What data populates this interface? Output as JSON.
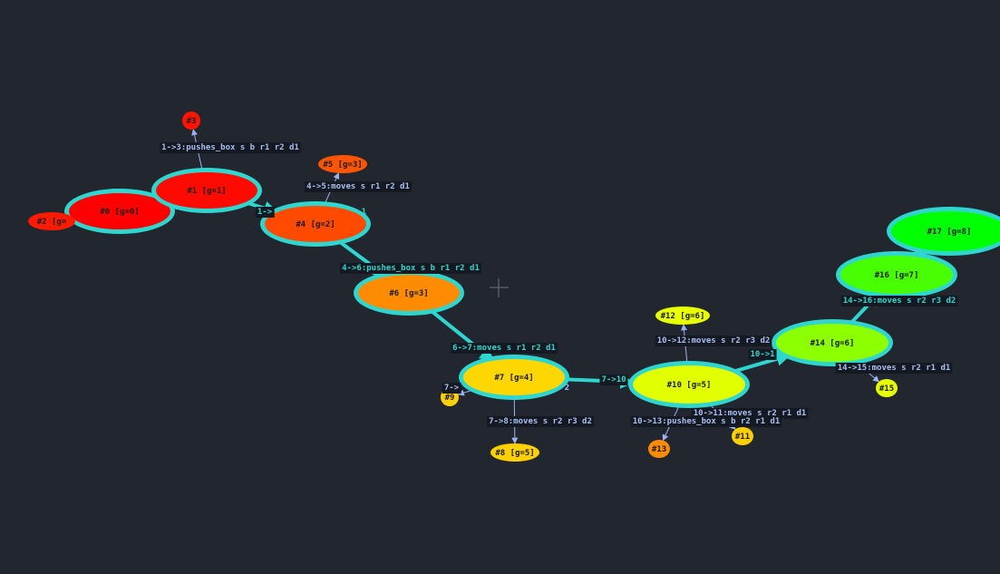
{
  "colors": {
    "background": "#21262f",
    "highlight_ring": "#2fd6cf",
    "thin_edge": "#9bb3f0",
    "edge_label_bg": "#151a22",
    "edge_label_text": "#a9bdf2",
    "highlight_label_text": "#2fd6cf"
  },
  "graph": {
    "nodes": [
      {
        "id": "n0",
        "label": "#0 [g=0]",
        "fill": "#ff0000",
        "highlight": true
      },
      {
        "id": "n1",
        "label": "#1 [g=1]",
        "fill": "#ff0a00",
        "highlight": true
      },
      {
        "id": "n2",
        "label": "#2 [g=",
        "fill": "#ff1a00",
        "highlight": false
      },
      {
        "id": "n3",
        "label": "#3",
        "fill": "#ff1400",
        "highlight": false
      },
      {
        "id": "n4",
        "label": "#4 [g=2]",
        "fill": "#ff4a00",
        "highlight": true
      },
      {
        "id": "n5",
        "label": "#5 [g=3]",
        "fill": "#ff5500",
        "highlight": false
      },
      {
        "id": "n6",
        "label": "#6 [g=3]",
        "fill": "#ff8c00",
        "highlight": true
      },
      {
        "id": "n7",
        "label": "#7 [g=4]",
        "fill": "#ffd700",
        "highlight": true
      },
      {
        "id": "n8",
        "label": "#8 [g=5]",
        "fill": "#ffd000",
        "highlight": false
      },
      {
        "id": "n9",
        "label": "#9",
        "fill": "#ffd000",
        "highlight": false
      },
      {
        "id": "n10",
        "label": "#10 [g=5]",
        "fill": "#e2ff00",
        "highlight": true
      },
      {
        "id": "n11",
        "label": "#11",
        "fill": "#ffd000",
        "highlight": false
      },
      {
        "id": "n12",
        "label": "#12 [g=6]",
        "fill": "#e8ff00",
        "highlight": false
      },
      {
        "id": "n13",
        "label": "#13",
        "fill": "#ff8c00",
        "highlight": false
      },
      {
        "id": "n14",
        "label": "#14 [g=6]",
        "fill": "#8cff00",
        "highlight": true
      },
      {
        "id": "n15",
        "label": "#15",
        "fill": "#e8ff00",
        "highlight": false
      },
      {
        "id": "n16",
        "label": "#16 [g=7]",
        "fill": "#48ff00",
        "highlight": true
      },
      {
        "id": "n17",
        "label": "#17 [g=8]",
        "fill": "#00ff00",
        "highlight": true
      }
    ],
    "edges": [
      {
        "id": "e0_1",
        "from": "n0",
        "to": "n1",
        "label": "",
        "highlight": true
      },
      {
        "id": "e1_3",
        "from": "n1",
        "to": "n3",
        "label": "1->3:pushes_box s b r1 r2 d1",
        "highlight": false
      },
      {
        "id": "e1_4",
        "from": "n1",
        "to": "n4",
        "label": "1->",
        "label_tail": "1",
        "highlight": true
      },
      {
        "id": "e4_5",
        "from": "n4",
        "to": "n5",
        "label": "4->5:moves s r1 r2 d1",
        "highlight": false
      },
      {
        "id": "e4_6",
        "from": "n4",
        "to": "n6",
        "label": "4->6:pushes_box s b r1 r2 d1",
        "highlight": true
      },
      {
        "id": "e6_7",
        "from": "n6",
        "to": "n7",
        "label": "6->7:moves s r1 r2 d1",
        "highlight": true
      },
      {
        "id": "e7_8",
        "from": "n7",
        "to": "n8",
        "label": "7->8:moves s r2 r3 d2",
        "highlight": false
      },
      {
        "id": "e7_9",
        "from": "n7",
        "to": "n9",
        "label": "7->",
        "label_tail": "2",
        "highlight": false
      },
      {
        "id": "e7_10",
        "from": "n7",
        "to": "n10",
        "label": "7->10",
        "highlight": true
      },
      {
        "id": "e10_11",
        "from": "n10",
        "to": "n11",
        "label": "10->11:moves s r2 r1 d1",
        "highlight": false
      },
      {
        "id": "e10_12",
        "from": "n10",
        "to": "n12",
        "label": "10->12:moves s r2 r3 d2",
        "highlight": false
      },
      {
        "id": "e10_13",
        "from": "n10",
        "to": "n13",
        "label": "10->13:pushes_box s b r2 r1 d1",
        "highlight": false
      },
      {
        "id": "e10_14",
        "from": "n10",
        "to": "n14",
        "label": "10->1",
        "highlight": true
      },
      {
        "id": "e14_15",
        "from": "n14",
        "to": "n15",
        "label": "14->15:moves s r2 r1 d1",
        "highlight": false
      },
      {
        "id": "e14_16",
        "from": "n14",
        "to": "n16",
        "label": "14->16:moves s r2 r3 d2",
        "highlight": true
      },
      {
        "id": "e16_17",
        "from": "n16",
        "to": "n17",
        "label": "",
        "highlight": true
      }
    ]
  }
}
